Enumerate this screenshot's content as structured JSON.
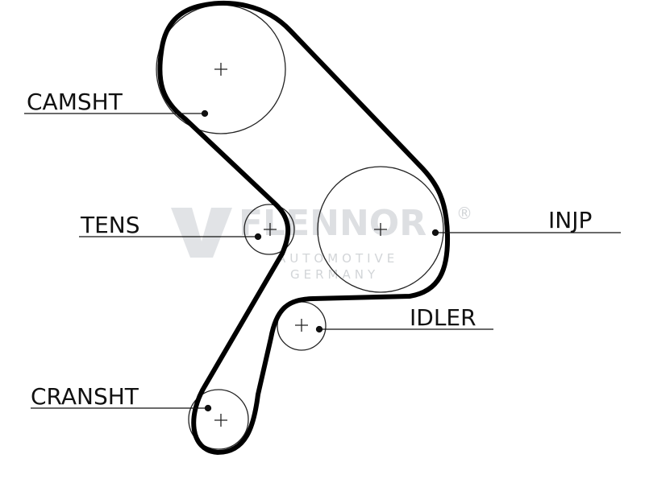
{
  "labels": {
    "camsht": "CAMSHT",
    "tens": "TENS",
    "injp": "INJP",
    "idler": "IDLER",
    "cransht": "CRANSHT"
  },
  "watermark": {
    "brand": "FLENNOR",
    "registered": "®",
    "line1": "AUTOMOTIVE",
    "line2": "GERMANY",
    "color": "#c9ccd0"
  },
  "colors": {
    "belt": "#000000",
    "pulley": "#222222",
    "text": "#111111"
  }
}
